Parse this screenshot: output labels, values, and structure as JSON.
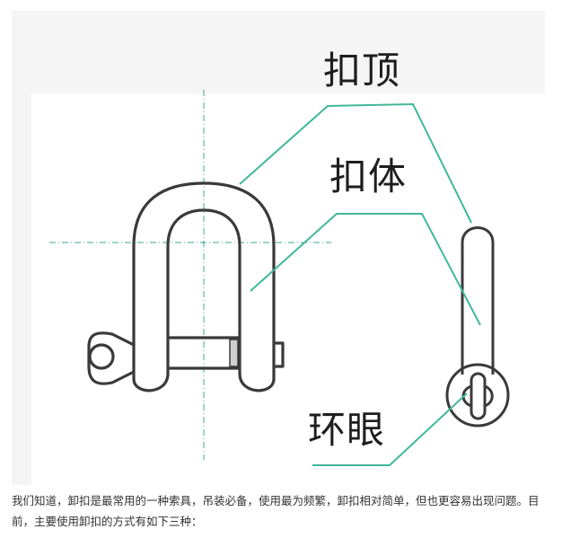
{
  "figure": {
    "labels": {
      "top": "扣顶",
      "body": "扣体",
      "eye": "环眼"
    },
    "colors": {
      "leader_line": "#3fb89a",
      "center_line": "#3aa88c",
      "outline": "#3a3a3a",
      "top_band": "#f5f5f5",
      "canvas": "#ffffff"
    }
  },
  "caption": {
    "text": "我们知道，卸扣是最常用的一种索具，吊装必备，使用最为频繁，卸扣相对简单，但也更容易出现问题。目前，主要使用卸扣的方式有如下三种："
  }
}
